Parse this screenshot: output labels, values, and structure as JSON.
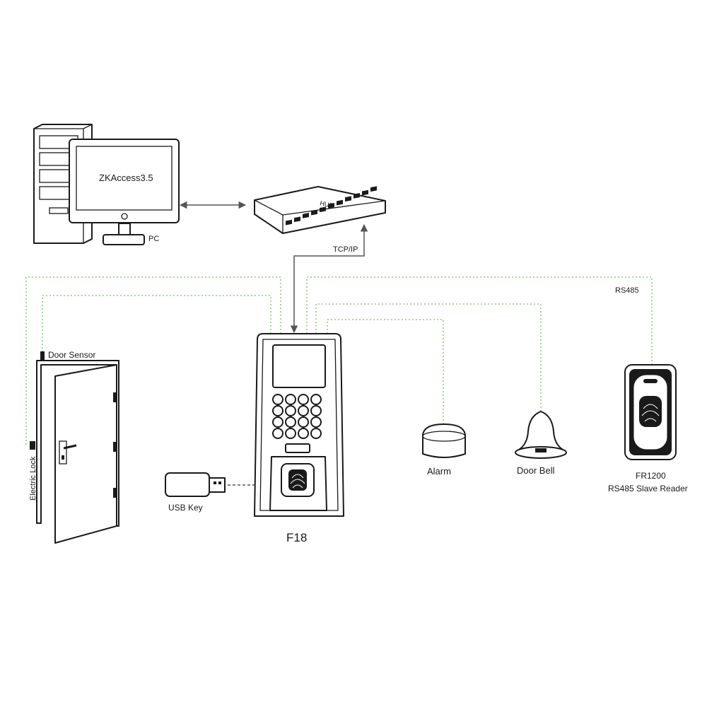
{
  "labels": {
    "software": "ZKAccess3.5",
    "pc": "PC",
    "hub": "HUB",
    "tcpip": "TCP/IP",
    "rs485": "RS485",
    "door_sensor": "Door Sensor",
    "electric_lock": "Electric Lock",
    "usb_key": "USB Key",
    "device": "F18",
    "alarm": "Alarm",
    "door_bell": "Door Bell",
    "slave_model": "FR1200",
    "slave_desc": "RS485 Slave Reader"
  },
  "colors": {
    "wire": "#8fc98a",
    "outline": "#1a1a1a",
    "arrow": "#555555"
  }
}
